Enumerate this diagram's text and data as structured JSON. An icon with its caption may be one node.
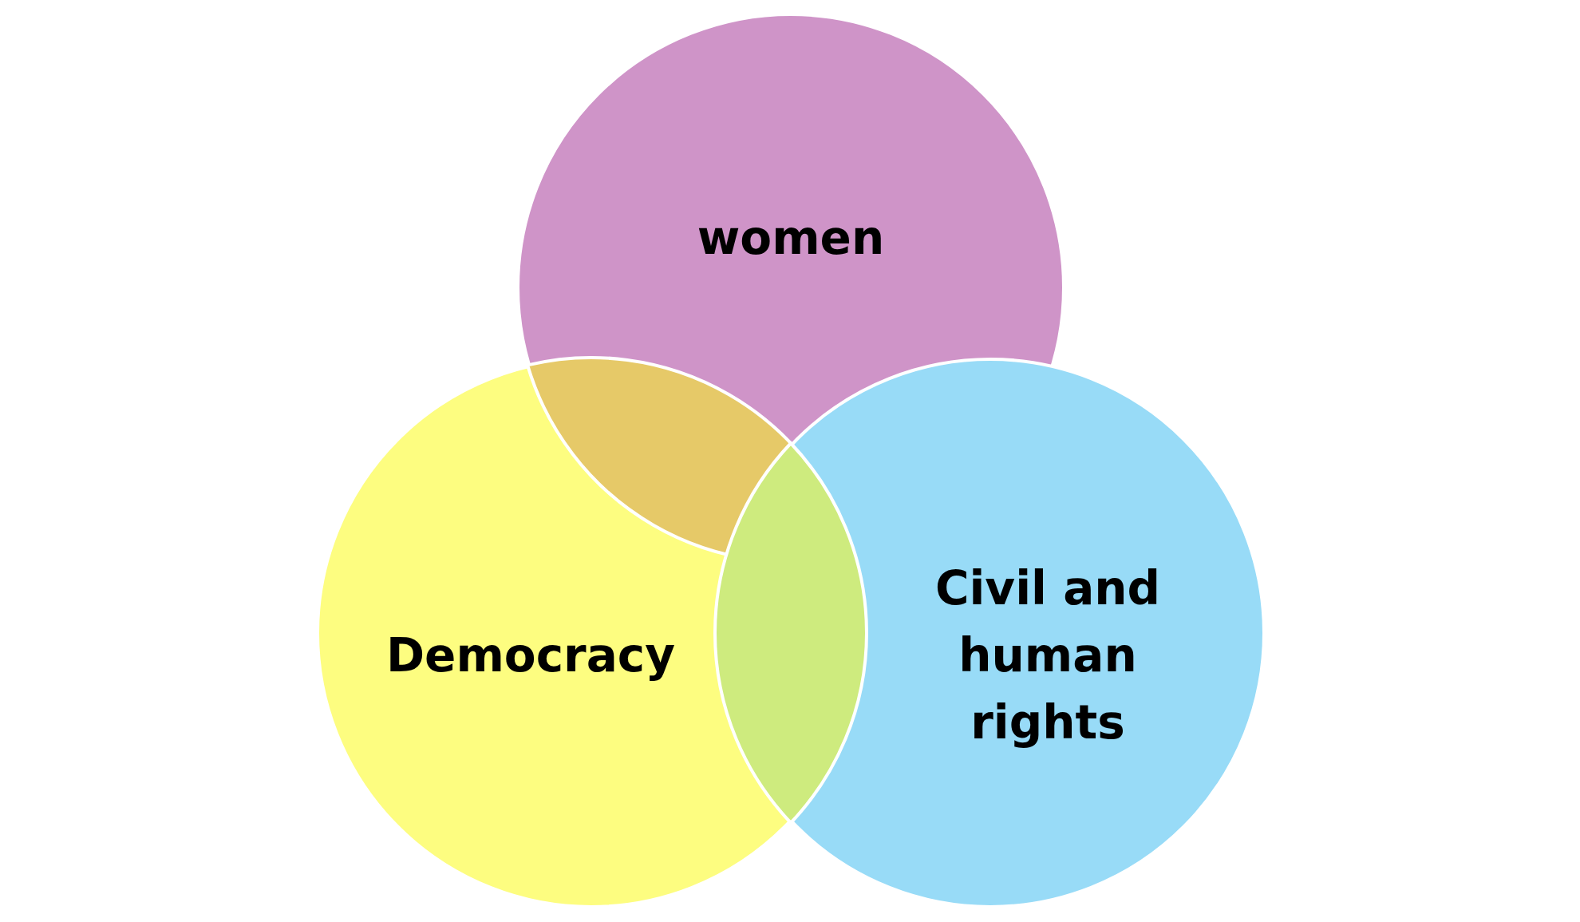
{
  "diagram": {
    "nodes": [
      {
        "text": [
          "women"
        ]
      },
      {
        "text": [
          "Democracy"
        ]
      },
      {
        "text": [
          "Civil and human rights"
        ]
      }
    ]
  }
}
